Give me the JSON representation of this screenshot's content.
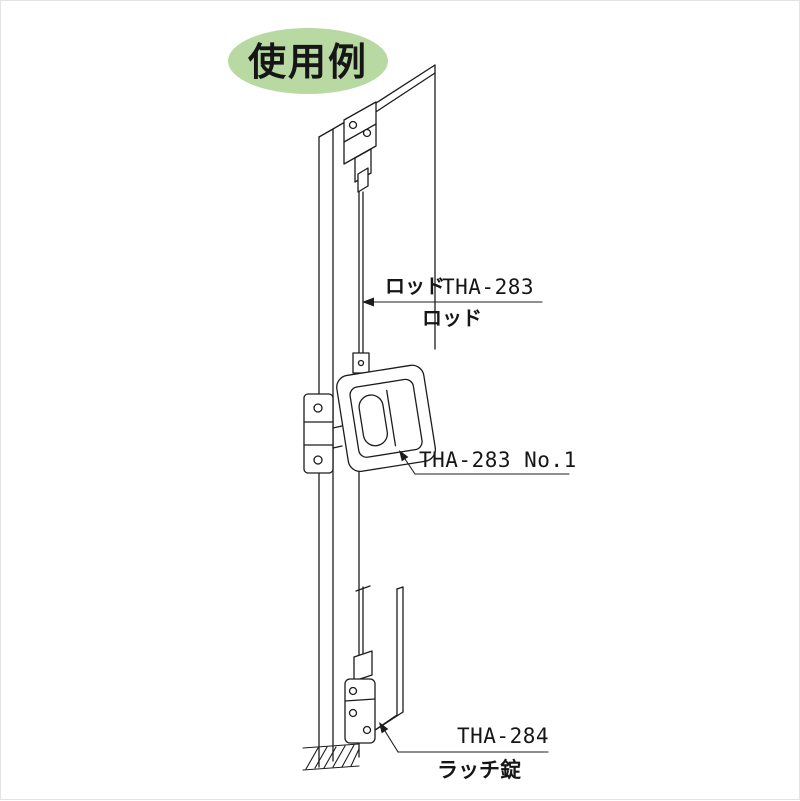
{
  "badge": {
    "label": "使用例",
    "fill": "#b9d9a3"
  },
  "callouts": {
    "rod_upper": "ロッド",
    "tha283": "THA-283",
    "rod_lower": "ロッド",
    "tha283_no1": "THA-283 No.1",
    "tha284": "THA-284",
    "latch_lock": "ラッチ錠"
  },
  "colors": {
    "background": "#ffffff",
    "line": "#1c1c1c",
    "text": "#161616"
  }
}
